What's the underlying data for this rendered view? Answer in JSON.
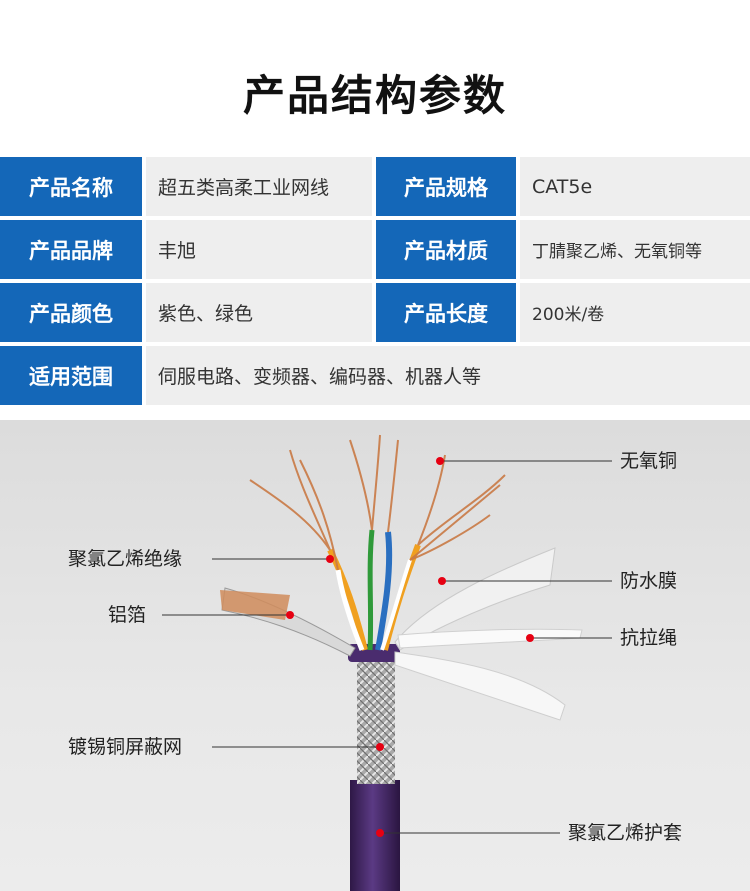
{
  "title": "产品结构参数",
  "specs": {
    "row1": {
      "label1": "产品名称",
      "value1": "超五类高柔工业网线",
      "label2": "产品规格",
      "value2": "CAT5e"
    },
    "row2": {
      "label1": "产品品牌",
      "value1": "丰旭",
      "label2": "产品材质",
      "value2": "丁腈聚乙烯、无氧铜等"
    },
    "row3": {
      "label1": "产品颜色",
      "value1": "紫色、绿色",
      "label2": "产品长度",
      "value2": "200米/卷"
    },
    "row4": {
      "label1": "适用范围",
      "value1": "伺服电路、变频器、编码器、机器人等"
    }
  },
  "callouts": {
    "oxygen_free_copper": "无氧铜",
    "pvc_insulation": "聚氯乙烯绝缘",
    "waterproof_film": "防水膜",
    "aluminum_foil": "铝箔",
    "tensile_rope": "抗拉绳",
    "tinned_copper_shield": "镀锡铜屏蔽网",
    "pvc_jacket": "聚氯乙烯护套"
  },
  "colors": {
    "label_bg": "#1467b8",
    "value_bg": "#eeeeee",
    "cable_jacket": "#4a2c6e",
    "callout_dot": "#e60012"
  }
}
